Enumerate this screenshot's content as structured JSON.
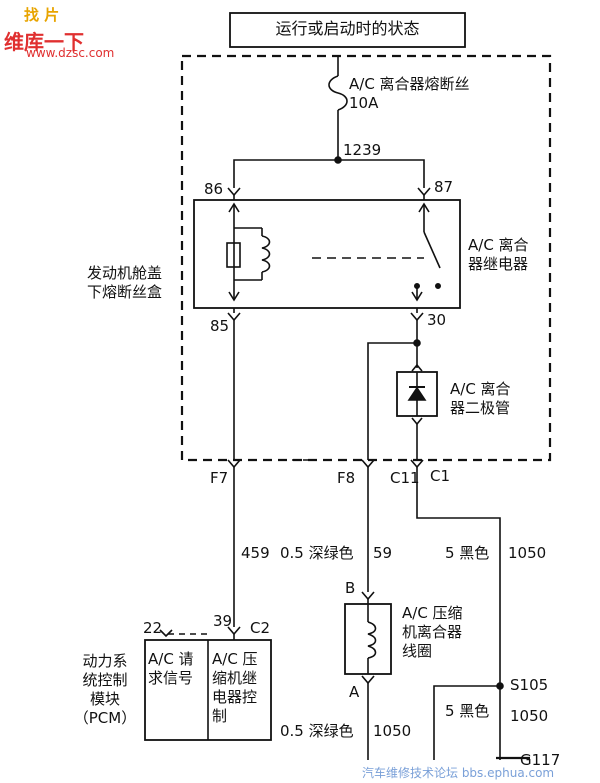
{
  "title": "运行或启动时的状态",
  "fuse": {
    "name": "A/C 离合器熔断丝",
    "rating": "10A"
  },
  "splice_top": "1239",
  "relay": {
    "label": "A/C 离合\n器继电器",
    "pins": {
      "p86": "86",
      "p87": "87",
      "p85": "85",
      "p30": "30"
    }
  },
  "fuse_box_label": "发动机舱盖\n下熔断丝盒",
  "diode_label": "A/C 离合\n器二极管",
  "connectors": {
    "f7": "F7",
    "f8": "F8",
    "c11": "C11",
    "c1": "C1",
    "pin22": "22",
    "pin39": "39",
    "c2": "C2",
    "pin_b": "B",
    "pin_a": "A"
  },
  "wires": {
    "w459": "459",
    "w59_gauge": "0.5 深绿色",
    "w59": "59",
    "w1050_gauge": "5 黑色",
    "w1050": "1050",
    "w1050b_gauge": "0.5 深绿色",
    "w1050b": "1050",
    "w1050c_gauge": "5 黑色",
    "w1050c": "1050"
  },
  "pcm": {
    "name": "动力系\n统控制\n模块\n（PCM）",
    "col1": "A/C 请\n求信号",
    "col2": "A/C 压\n缩机继\n电器控\n制"
  },
  "clutch_coil_label": "A/C 压缩\n机离合器\n线圈",
  "splice_s105": "S105",
  "ground": "G117",
  "watermark": {
    "line1": "找 片",
    "line2": "维库一下",
    "url": "www.dzsc.com",
    "footer": "汽车维修技术论坛 bbs.ephua.com"
  },
  "colors": {
    "line": "#111111",
    "watermark_red": "#e03030",
    "watermark_yellow": "#e8a400",
    "watermark_blue": "#7aa0d8"
  }
}
